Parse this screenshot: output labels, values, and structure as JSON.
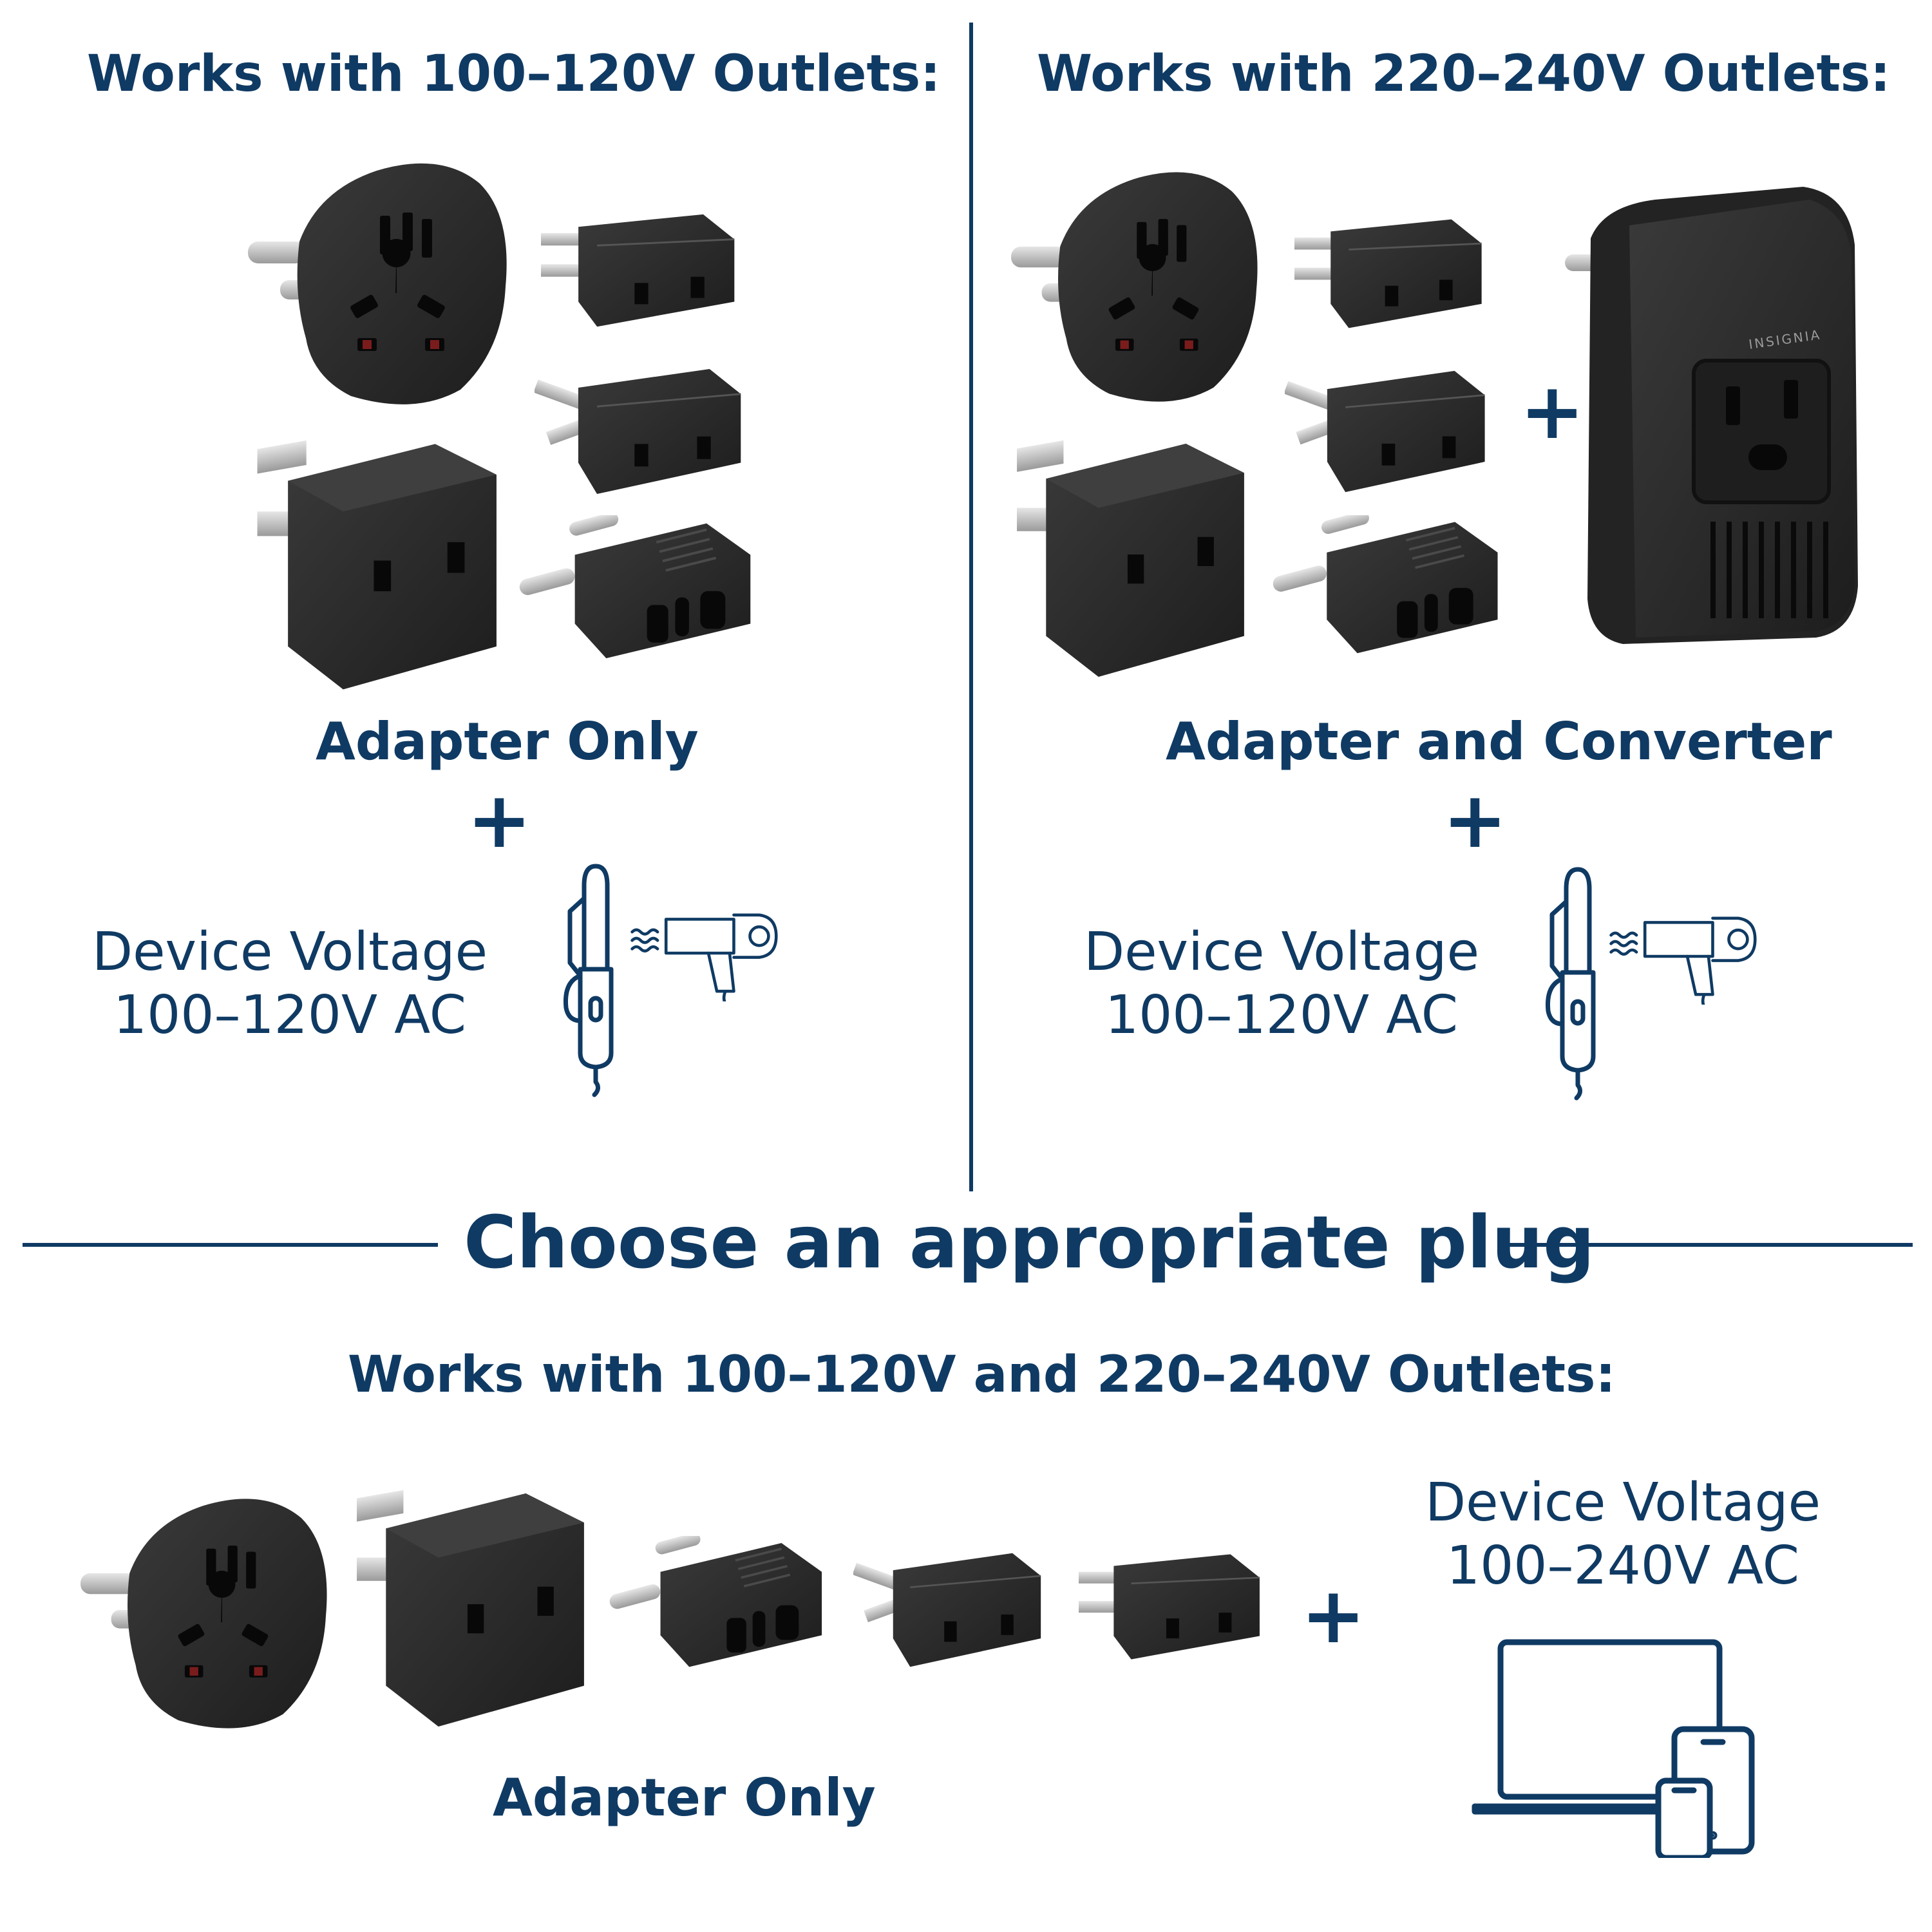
{
  "panels": {
    "left": {
      "title": "Works with 100–120V Outlets:",
      "caption": "Adapter Only",
      "plus": "+",
      "voltage_line1": "Device Voltage",
      "voltage_line2": "100–120V AC"
    },
    "right": {
      "title": "Works with 220–240V Outlets:",
      "caption": "Adapter and Converter",
      "plus": "+",
      "between_plus": "+",
      "converter_brand": "INSIGNIA",
      "voltage_line1": "Device Voltage",
      "voltage_line2": "100–120V AC"
    }
  },
  "divider_heading": "Choose an appropriate plug",
  "bottom": {
    "title": "Works with 100–120V and 220–240V Outlets:",
    "caption": "Adapter Only",
    "plus": "+",
    "voltage_line1": "Device Voltage",
    "voltage_line2": "100–240V AC"
  },
  "colors": {
    "navy": "#0f3a63",
    "adapter_body": "#2a2a2a",
    "prong": "#bdbdbd"
  },
  "icons": [
    "universal-adapter-icon",
    "us-plug-adapter-icon",
    "au-plug-adapter-icon",
    "eu-plug-adapter-icon",
    "uk-plug-adapter-icon",
    "voltage-converter-icon",
    "curling-iron-icon",
    "hair-dryer-icon",
    "laptop-tablet-phone-icon"
  ]
}
